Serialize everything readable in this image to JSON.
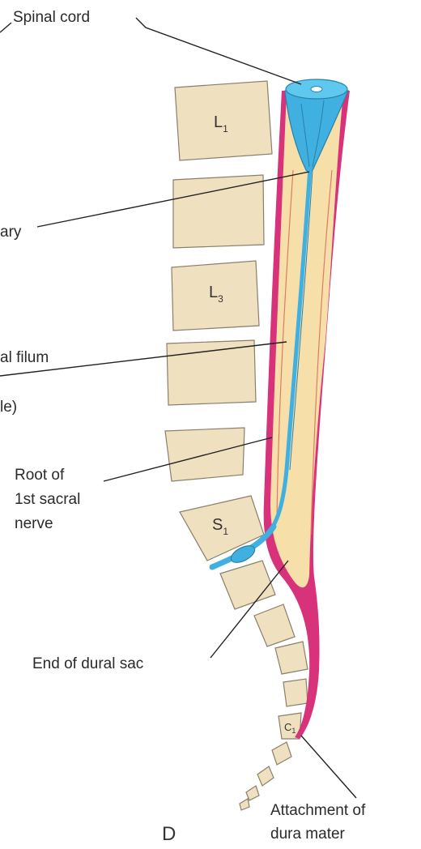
{
  "labels": {
    "spinal_cord": "Spinal cord",
    "conus": "ary",
    "filum": "al filum",
    "filum_2": "le)",
    "root_line1": "Root of",
    "root_line2": "1st sacral",
    "root_line3": "nerve",
    "dural_sac": "End of dural sac",
    "attach_line1": "Attachment of",
    "attach_line2": "dura mater",
    "panel": "D"
  },
  "vertebrae": {
    "l1_letter": "L",
    "l1_sub": "1",
    "l3_letter": "L",
    "l3_sub": "3",
    "s1_letter": "S",
    "s1_sub": "1",
    "c1_letter": "C",
    "c1_sub": "1"
  },
  "colors": {
    "bone": "#efe0c0",
    "dura": "#d8337a",
    "cord": "#3fb0e0",
    "csf": "#f6dfa8"
  }
}
